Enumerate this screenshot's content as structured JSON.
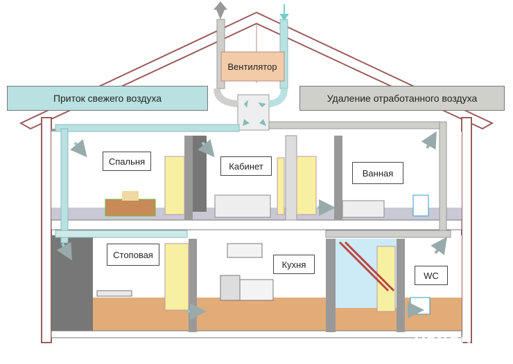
{
  "diagram": {
    "fan_label": "Вентилятор",
    "supply_label": "Приток свежего воздуха",
    "exhaust_label": "Удаление отработанного воздуха",
    "rooms": {
      "bedroom": "Спальня",
      "study": "Кабинет",
      "bathroom": "Ванная",
      "dining": "Стоповая",
      "kitchen": "Кухня",
      "wc": "WC"
    },
    "watermark": "VENCON"
  },
  "colors": {
    "supply": "#b9e1e1",
    "exhaust": "#cfcfcb",
    "fan": "#f2cba8",
    "floor_upper": "#c9c9d6",
    "floor_lower": "#e2ac78",
    "door": "#f7f0a0"
  }
}
